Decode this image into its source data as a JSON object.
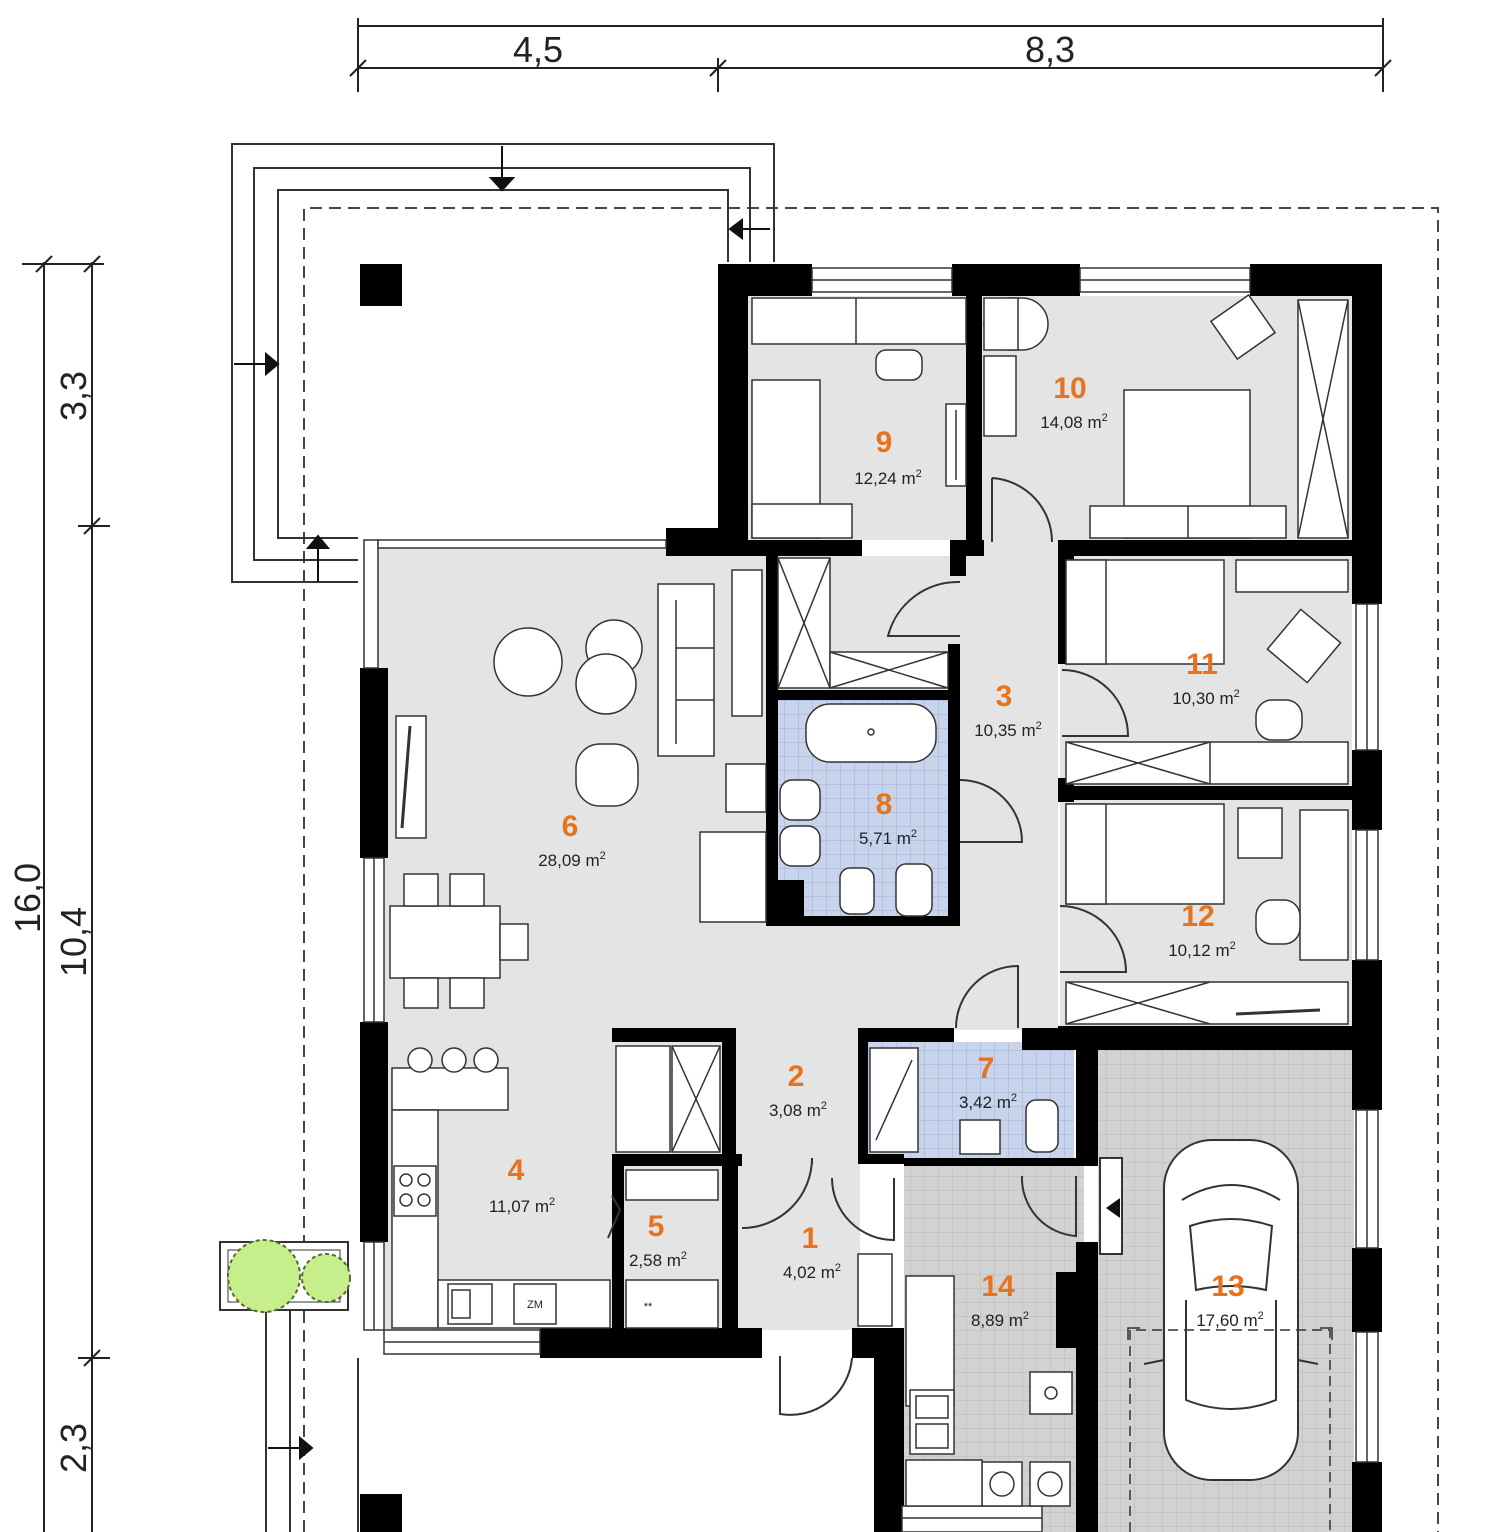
{
  "dimensions": {
    "top": [
      "4,5",
      "8,3"
    ],
    "left_outer": [
      "16,0"
    ],
    "left_inner": [
      "3,3",
      "10,4",
      "2,3"
    ]
  },
  "rooms": [
    {
      "number": "1",
      "area": "4,02 m",
      "sup": "2"
    },
    {
      "number": "2",
      "area": "3,08 m",
      "sup": "2"
    },
    {
      "number": "3",
      "area": "10,35 m",
      "sup": "2"
    },
    {
      "number": "4",
      "area": "11,07 m",
      "sup": "2"
    },
    {
      "number": "5",
      "area": "2,58 m",
      "sup": "2"
    },
    {
      "number": "6",
      "area": "28,09 m",
      "sup": "2"
    },
    {
      "number": "7",
      "area": "3,42 m",
      "sup": "2"
    },
    {
      "number": "8",
      "area": "5,71 m",
      "sup": "2"
    },
    {
      "number": "9",
      "area": "12,24 m",
      "sup": "2"
    },
    {
      "number": "10",
      "area": "14,08 m",
      "sup": "2"
    },
    {
      "number": "11",
      "area": "10,30 m",
      "sup": "2"
    },
    {
      "number": "12",
      "area": "10,12 m",
      "sup": "2"
    },
    {
      "number": "13",
      "area": "17,60 m",
      "sup": "2"
    },
    {
      "number": "14",
      "area": "8,89 m",
      "sup": "2"
    }
  ],
  "appliance_labels": {
    "fridge": "ZM",
    "cooktop_marks": "**"
  },
  "colors": {
    "wall": "#000000",
    "floor": "#e4e4e4",
    "tile": "#c8d4ec",
    "garage_floor": "#d2d2d2",
    "room_number": "#e8731e",
    "tree": "#c6ef8c"
  }
}
